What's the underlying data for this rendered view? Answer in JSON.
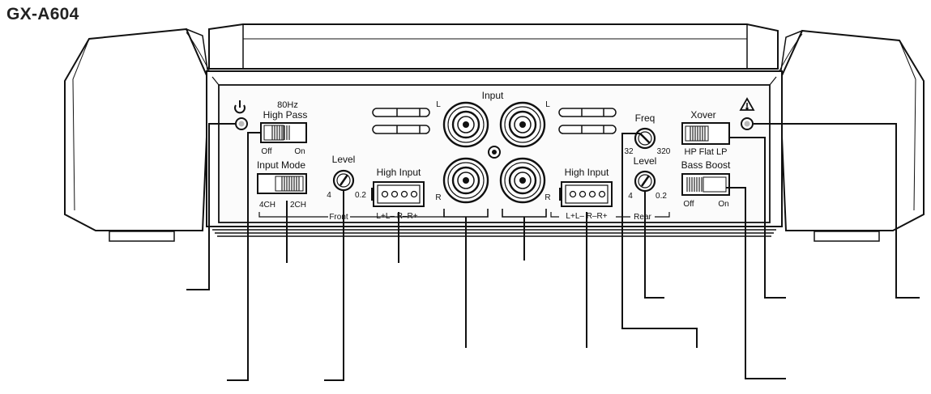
{
  "model": "GX-A604",
  "labels": {
    "hpf": "80Hz",
    "hpf2": "High Pass",
    "hpf_off": "Off",
    "hpf_on": "On",
    "input_mode": "Input Mode",
    "mode_4ch": "4CH",
    "mode_2ch": "2CH",
    "front_level": "Level",
    "front_level_min": "4",
    "front_level_max": "0.2",
    "front_high_input": "High Input",
    "front_pins": "L+L– R–R+",
    "front": "Front",
    "input": "Input",
    "ch_l1": "L",
    "ch_l2": "L",
    "ch_r1": "R",
    "ch_r2": "R",
    "rear_high_input": "High Input",
    "rear_pins": "L+L– R–R+",
    "rear": "Rear",
    "freq": "Freq",
    "freq_min": "32",
    "freq_max": "320",
    "rear_level": "Level",
    "rear_level_min": "4",
    "rear_level_max": "0.2",
    "xover": "Xover",
    "xover_opts": "HP Flat LP",
    "bass_boost": "Bass Boost",
    "bb_off": "Off",
    "bb_on": "On"
  },
  "colors": {
    "line": "#111111",
    "panel": "#f7f7f7",
    "shade": "#444444"
  }
}
